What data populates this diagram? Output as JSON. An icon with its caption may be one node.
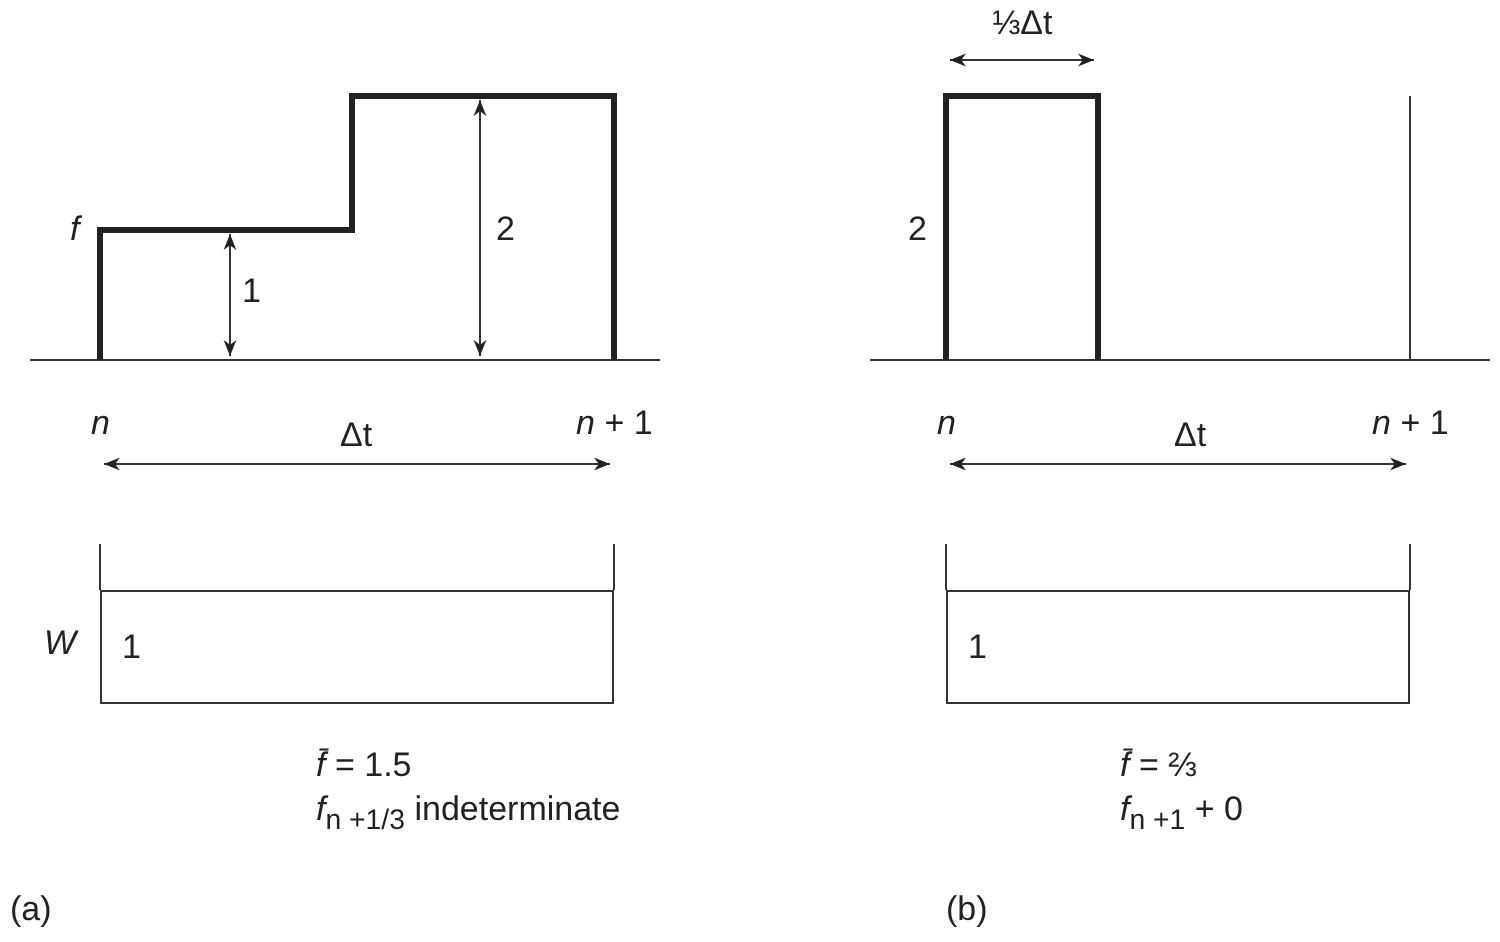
{
  "diagram": {
    "nodes": [
      {
        "text": [
          "1"
        ]
      },
      {
        "text": [
          "1"
        ]
      }
    ],
    "labels": [
      "*f*",
      "1",
      "2",
      "*n*",
      "*n* + 1",
      "Δt",
      "*W*",
      "*f̄* = 1.5",
      "*f*$_{n +1/3}$ indeterminate",
      "(a)",
      "⅓Δt",
      "2",
      "*n*",
      "*n* + 1",
      "Δt",
      "*f̄* = ⅔",
      "*f*$_{n +1}$ + 0",
      "(b)"
    ]
  }
}
